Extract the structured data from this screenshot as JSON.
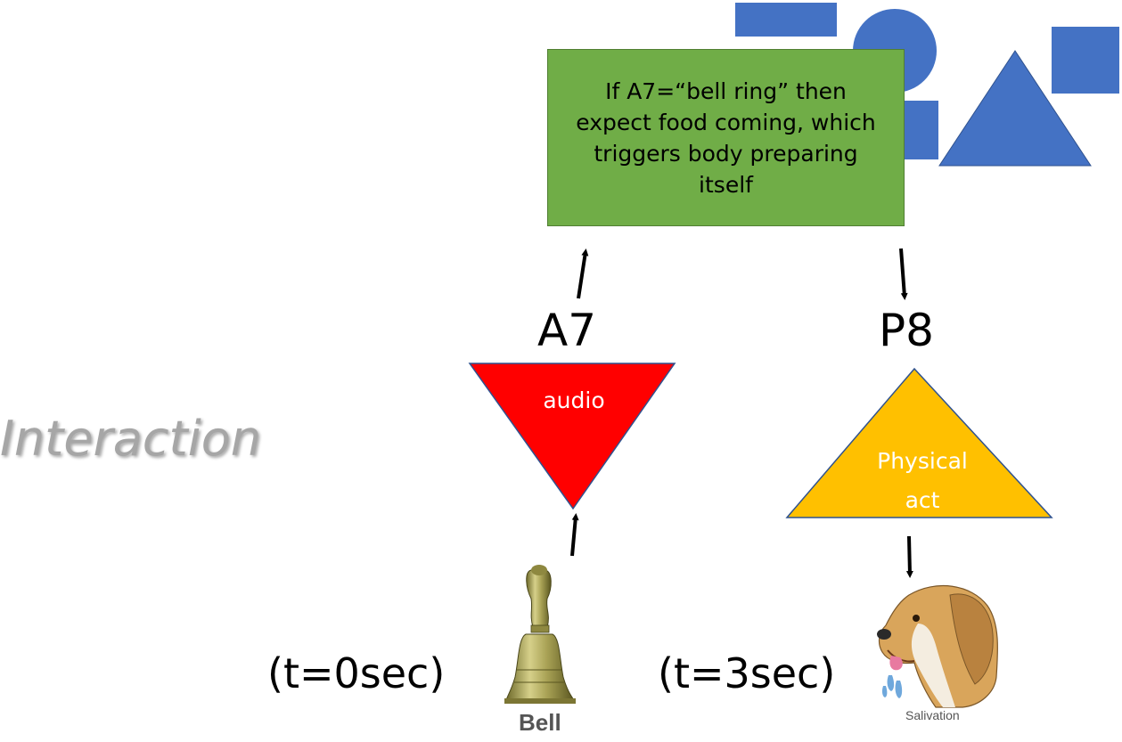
{
  "slide": {
    "title": "Interaction",
    "rule_text": "If A7=“bell ring” then expect food coming, which triggers body preparing itself"
  },
  "nodes": {
    "a7": {
      "label": "A7",
      "type_text": "audio",
      "color": "#ff0000"
    },
    "p8": {
      "label": "P8",
      "type_text_line1": "Physical",
      "type_text_line2": "act",
      "color": "#ffc000"
    }
  },
  "stimuli": {
    "bell": {
      "time": "(t=0sec)",
      "caption": "Bell"
    },
    "dog": {
      "time": "(t=3sec)",
      "caption": "Salivation"
    }
  },
  "colors": {
    "rule_box": "#70ad47",
    "shapes": "#4472c4",
    "title": "#a6a6a6"
  }
}
